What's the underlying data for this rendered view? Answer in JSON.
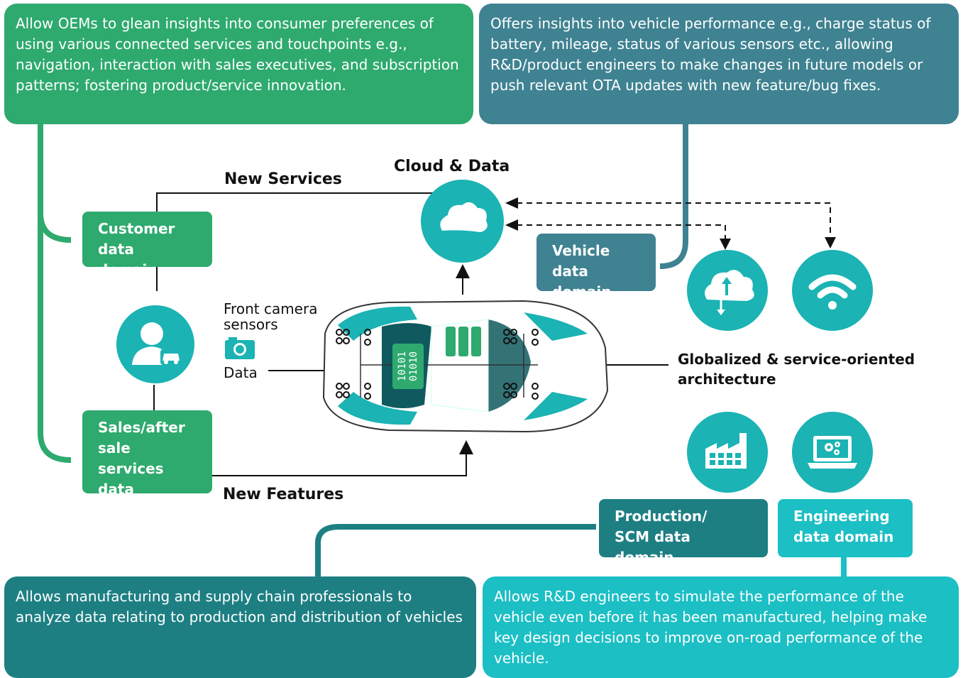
{
  "colors": {
    "green": "#2eaa6e",
    "slate": "#3f8291",
    "teal_dark": "#1e7f83",
    "teal_mid": "#1d8e8f",
    "teal_light": "#1bbfc4",
    "teal_icon": "#1bb3b3"
  },
  "top_left_text": "Allow OEMs to glean insights into consumer preferences of using various connected services and touchpoints e.g., navigation, interaction with sales executives, and subscription patterns; fostering product/service innovation.",
  "top_right_text": "Offers insights into vehicle performance e.g., charge status of battery, mileage, status of various sensors etc., allowing R&D/product engineers to make changes in future models or push relevant OTA updates with new feature/bug fixes.",
  "bottom_left_text": "Allows manufacturing and supply chain professionals to analyze data relating to production and distribution of vehicles",
  "bottom_right_text": "Allows R&D engineers to simulate the performance of the vehicle even before it has been manufactured, helping make key design decisions to improve on-road performance of the vehicle.",
  "domains": {
    "customer": "Customer\ndata domain",
    "sales": "Sales/after\nsale services\ndata domain",
    "vehicle": "Vehicle\ndata domain",
    "production": "Production/\nSCM data domain",
    "engineering": "Engineering\ndata domain"
  },
  "labels": {
    "new_services": "New Services",
    "new_features": "New Features",
    "cloud_data": "Cloud & Data",
    "front_camera": "Front camera sensors",
    "data": "Data",
    "architecture": "Globalized & service-oriented architecture",
    "binary": "10101\n01010"
  },
  "icons": [
    "cloud-icon",
    "user-car-icon",
    "cloud-sync-icon",
    "wifi-icon",
    "factory-icon",
    "laptop-gears-icon",
    "camera-icon",
    "car-topview-icon"
  ]
}
